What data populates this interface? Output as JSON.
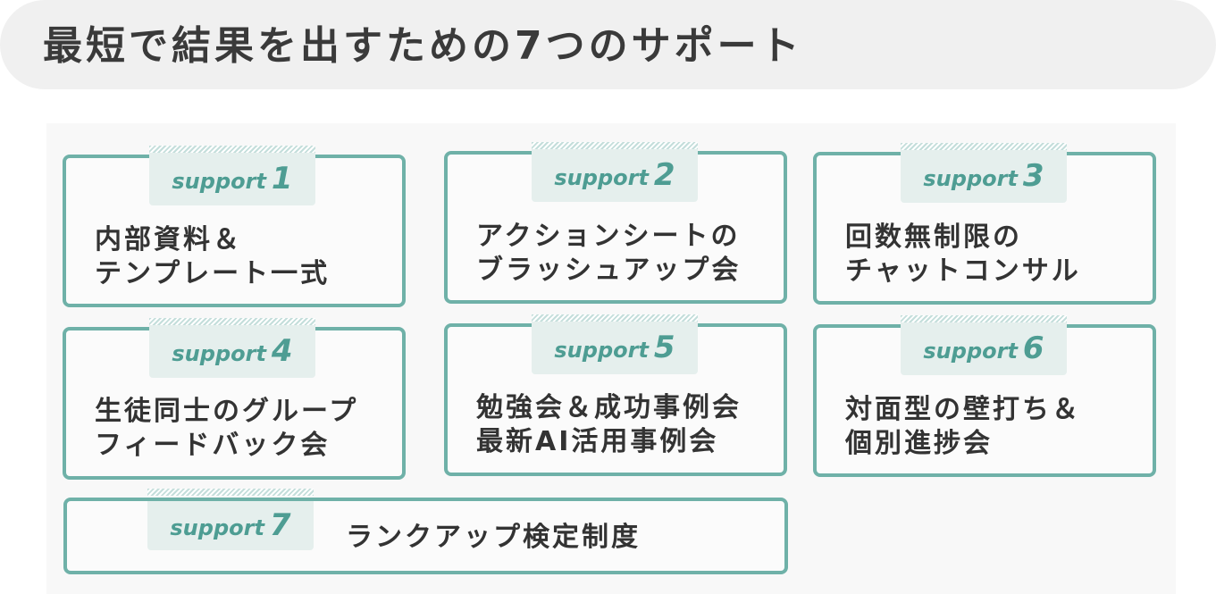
{
  "header": {
    "title": "最短で結果を出すための7つのサポート"
  },
  "colors": {
    "accent": "#6fb1a8",
    "badge_bg": "#e5efed",
    "badge_text": "#4e9d93",
    "header_bg": "#f0f0f0"
  },
  "supports": [
    {
      "label": "support",
      "number": "1",
      "line1": "内部資料＆",
      "line2": "テンプレート一式"
    },
    {
      "label": "support",
      "number": "2",
      "line1": "アクションシートの",
      "line2": "ブラッシュアップ会"
    },
    {
      "label": "support",
      "number": "3",
      "line1": "回数無制限の",
      "line2": "チャットコンサル"
    },
    {
      "label": "support",
      "number": "4",
      "line1": "生徒同士のグループ",
      "line2": "フィードバック会"
    },
    {
      "label": "support",
      "number": "5",
      "line1": "勉強会＆成功事例会",
      "line2": "最新AI活用事例会"
    },
    {
      "label": "support",
      "number": "6",
      "line1": "対面型の壁打ち＆",
      "line2": "個別進捗会"
    },
    {
      "label": "support",
      "number": "7",
      "line1": "ランクアップ検定制度"
    }
  ]
}
